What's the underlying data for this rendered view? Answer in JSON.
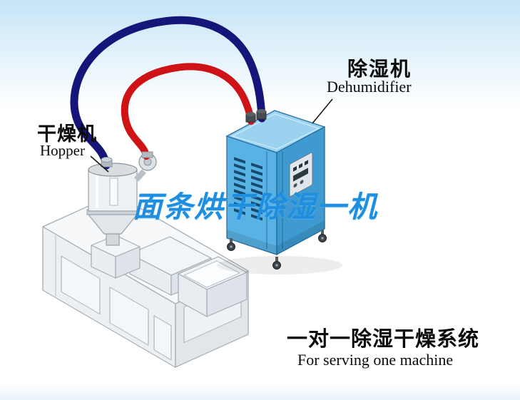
{
  "labels": {
    "hopper": {
      "title": "干燥机",
      "subtitle": "Hopper"
    },
    "dehumidifier": {
      "title": "除湿机",
      "subtitle": "Dehumidifier"
    }
  },
  "watermark": {
    "text": "面条烘干除湿一机",
    "color": "#1e8fe0"
  },
  "caption": {
    "title": "一对一除湿干燥系统",
    "subtitle": "For serving one machine"
  },
  "illustration": {
    "sky": "#c3e3f5",
    "pipe_blue": "#16167a",
    "pipe_red": "#cf1216",
    "dehumidifier_front": "#58b2e4",
    "dehumidifier_side": "#3e9ad0",
    "dehumidifier_top": "#9bd2f0",
    "machine_top": "#f6f8fa",
    "machine_front": "#edf0f3",
    "machine_side": "#e0e6ea"
  }
}
